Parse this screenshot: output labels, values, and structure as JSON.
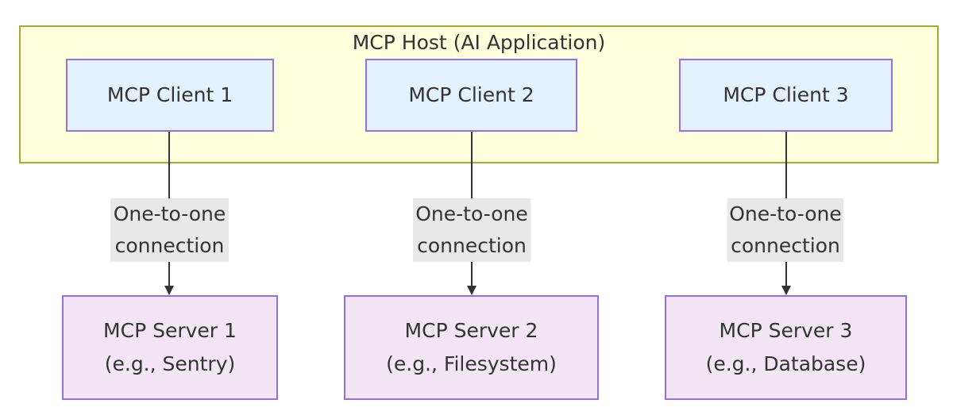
{
  "host": {
    "title": "MCP Host (AI Application)"
  },
  "clients": [
    {
      "label": "MCP Client 1"
    },
    {
      "label": "MCP Client 2"
    },
    {
      "label": "MCP Client 3"
    }
  ],
  "servers": [
    {
      "name": "MCP Server 1",
      "example": "(e.g., Sentry)"
    },
    {
      "name": "MCP Server 2",
      "example": "(e.g., Filesystem)"
    },
    {
      "name": "MCP Server 3",
      "example": "(e.g., Database)"
    }
  ],
  "edges": [
    {
      "line1": "One-to-one",
      "line2": "connection"
    },
    {
      "line1": "One-to-one",
      "line2": "connection"
    },
    {
      "line1": "One-to-one",
      "line2": "connection"
    }
  ],
  "colors": {
    "host_fill": "#ffffde",
    "host_border": "#aaaa33",
    "client_fill": "#e3f2fd",
    "server_fill": "#f3e5f5",
    "node_border": "#9370db",
    "edge_label_bg": "#e8e8e8",
    "edge_line": "#333333"
  }
}
